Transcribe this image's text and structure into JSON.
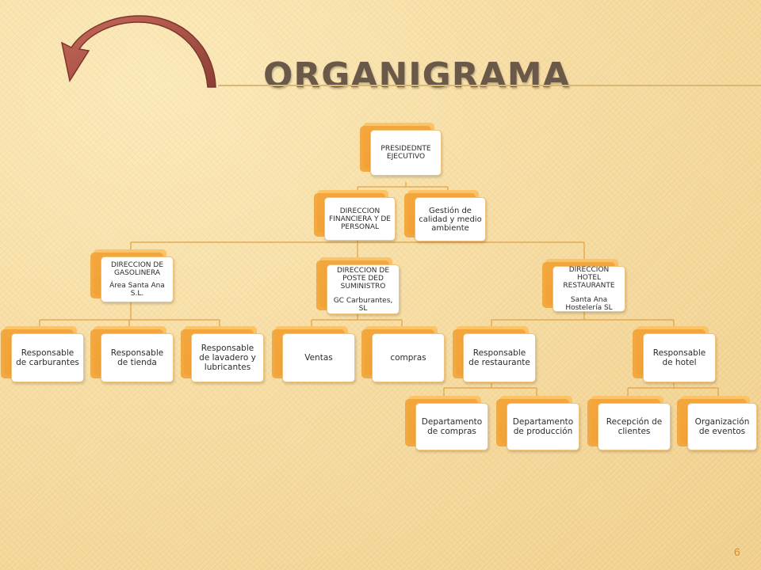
{
  "title": "ORGANIGRAMA",
  "page_number": "6",
  "nodes": {
    "presidente": "PRESIDEDNTE EJECUTIVO",
    "dir_financiera": "DIRECCION FINANCIERA Y DE PERSONAL",
    "gestion_calidad": "Gestión de calidad y medio ambiente",
    "dir_gasolinera": {
      "title": "DIRECCION DE GASOLINERA",
      "sub": "Área Santa Ana S.L."
    },
    "dir_poste": {
      "title": "DIRECCION DE POSTE DED SUMINISTRO",
      "sub": "GC Carburantes, SL"
    },
    "dir_hotel": {
      "title": "DIRECCION HOTEL RESTAURANTE",
      "sub": "Santa Ana Hostelería SL"
    },
    "resp_carburantes": "Responsable de carburantes",
    "resp_tienda": "Responsable de tienda",
    "resp_lavadero": "Responsable de lavadero y lubricantes",
    "ventas": "Ventas",
    "compras": "compras",
    "resp_restaurante": "Responsable de restaurante",
    "resp_hotel": "Responsable de hotel",
    "dep_compras": "Departamento de compras",
    "dep_produccion": "Departamento de producción",
    "recepcion": "Recepción de clientes",
    "organizacion": "Organización de eventos"
  },
  "colors": {
    "accent": "#f3a33a",
    "title": "#6a5848",
    "arrow": "#b35245"
  }
}
